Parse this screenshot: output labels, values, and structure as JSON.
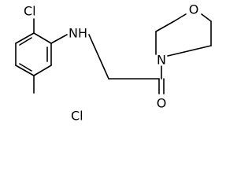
{
  "molecule": {
    "atoms": {
      "cl_top": "Cl",
      "cl_bottom": "Cl",
      "nh": "NH",
      "o_ring": "O",
      "n_ring": "N",
      "o_carbonyl": "O"
    }
  },
  "colors": {
    "bond": "#000000",
    "text": "#000000",
    "background": "#ffffff"
  }
}
